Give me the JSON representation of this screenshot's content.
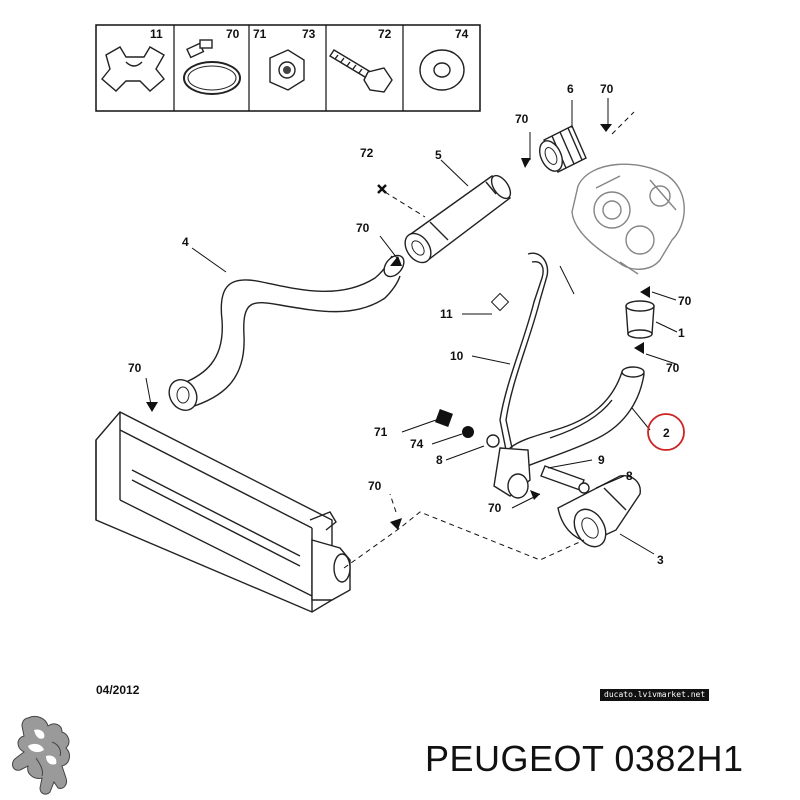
{
  "header_table": {
    "cells": [
      {
        "labels": [
          "11"
        ]
      },
      {
        "labels": [
          "70"
        ]
      },
      {
        "labels": [
          "71",
          "73"
        ]
      },
      {
        "labels": [
          "72"
        ]
      },
      {
        "labels": [
          "74"
        ]
      }
    ]
  },
  "callouts": {
    "p1": "1",
    "p2": "2",
    "p3": "3",
    "p4": "4",
    "p5": "5",
    "p6": "6",
    "p7_a": "70",
    "p7_b": "70",
    "p7_c": "70",
    "p7_d": "70",
    "p7_e": "70",
    "p7_f": "70",
    "p7_g": "70",
    "p7_h": "70",
    "p8_a": "8",
    "p8_b": "8",
    "p9": "9",
    "p10": "10",
    "p11": "11",
    "p71": "71",
    "p72": "72",
    "p74": "74"
  },
  "date": "04/2012",
  "watermark": "ducato.lvivmarket.net",
  "brand": "PEUGEOT 0382H1",
  "highlight_color": "#cc2222"
}
